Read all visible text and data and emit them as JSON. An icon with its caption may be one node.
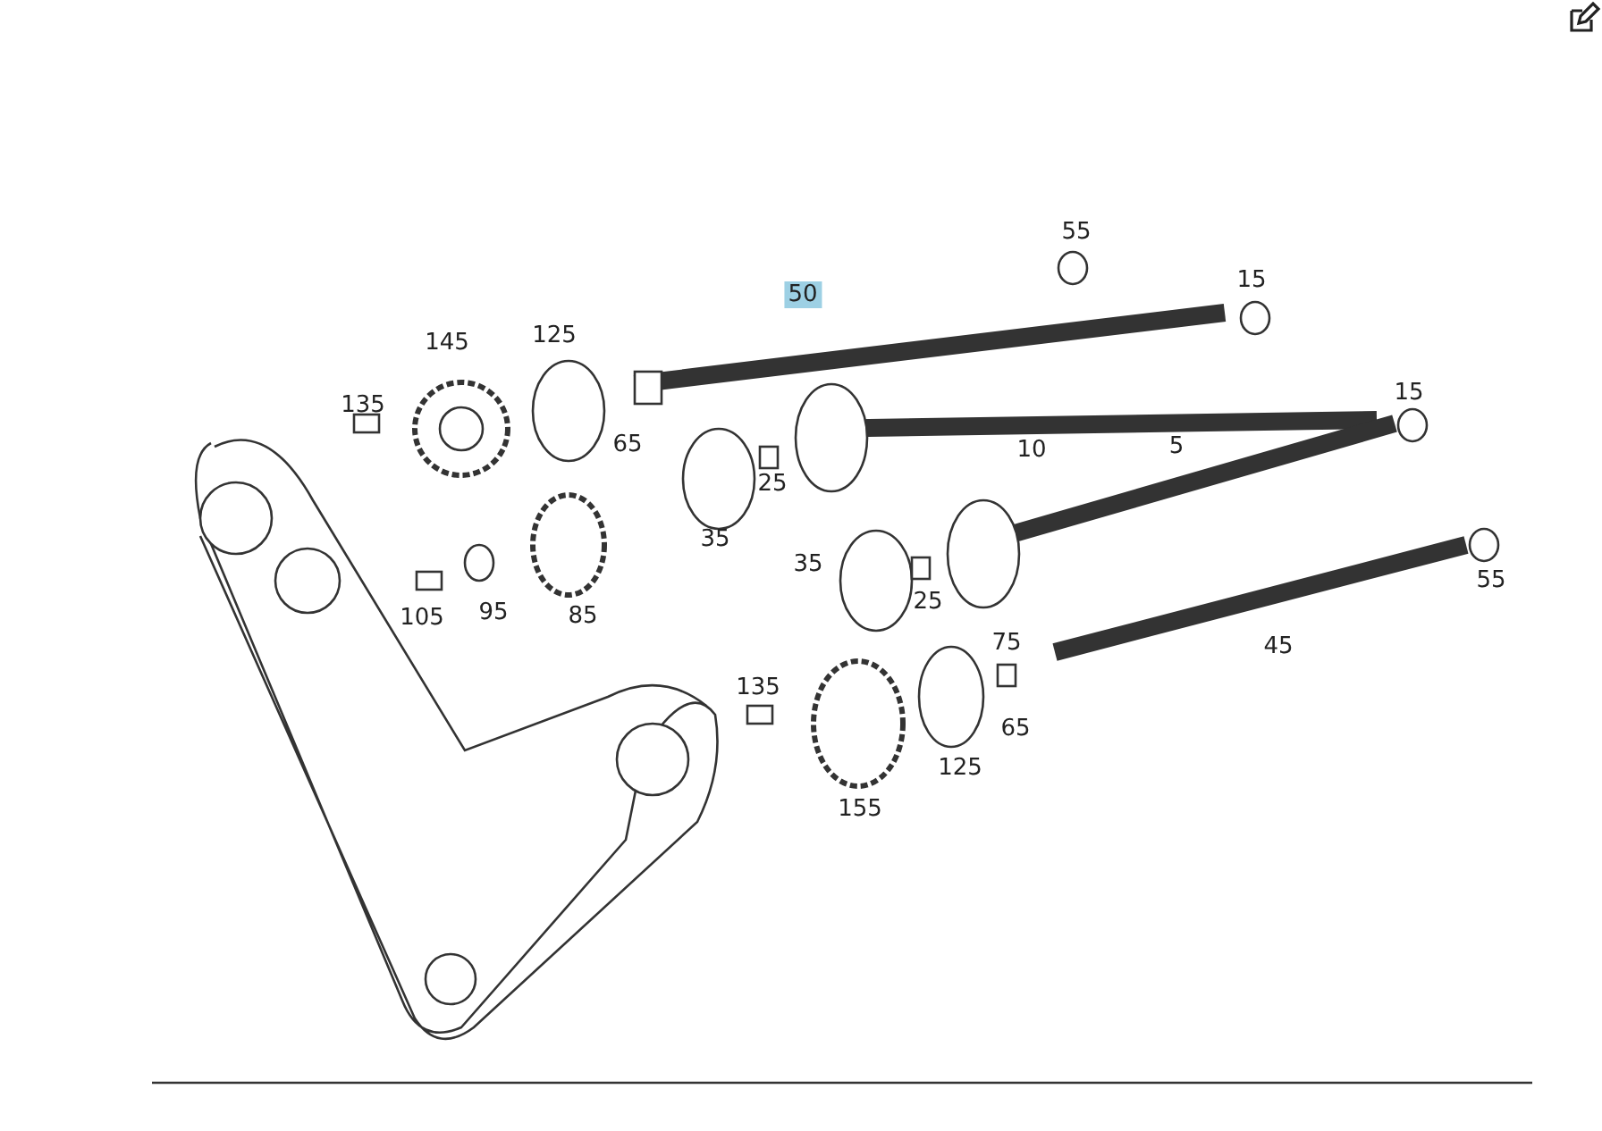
{
  "diagram": {
    "labels": [
      "55",
      "15",
      "50",
      "145",
      "125",
      "15",
      "135",
      "65",
      "10",
      "5",
      "25",
      "35",
      "35",
      "55",
      "105",
      "95",
      "85",
      "25",
      "75",
      "45",
      "135",
      "65",
      "125",
      "155"
    ]
  }
}
